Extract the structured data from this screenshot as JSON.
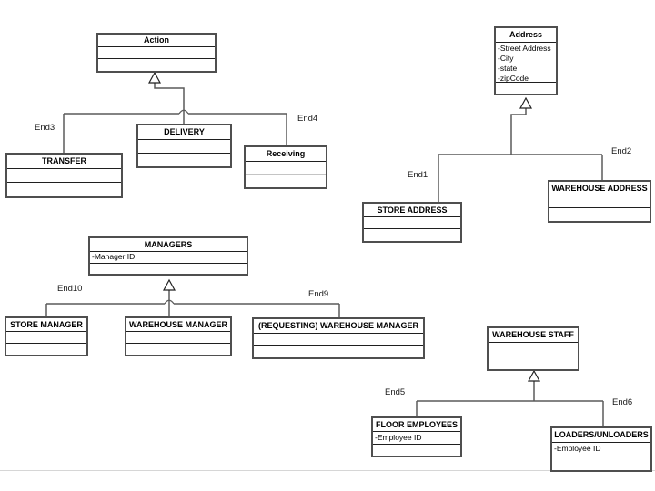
{
  "colors": {
    "box_border": "#4f4f4f",
    "connector": "#5a5a5a",
    "separator": "#1f1f1f",
    "separator_light": "#c4c4c4",
    "page_line": "#d6d6d6",
    "text": "#000000",
    "background": "#ffffff"
  },
  "classes": {
    "action": {
      "name": "Action"
    },
    "transfer": {
      "name": "TRANSFER"
    },
    "delivery": {
      "name": "DELIVERY"
    },
    "receiving": {
      "name": "Receiving"
    },
    "address": {
      "name": "Address",
      "attributes": [
        "-Street Address",
        "-City",
        "-state",
        "-zipCode"
      ]
    },
    "store_address": {
      "name": "STORE ADDRESS"
    },
    "warehouse_address": {
      "name": "WAREHOUSE ADDRESS"
    },
    "managers": {
      "name": "MANAGERS",
      "attributes": [
        "-Manager ID"
      ]
    },
    "store_manager": {
      "name": "STORE MANAGER"
    },
    "warehouse_manager": {
      "name": "WAREHOUSE MANAGER"
    },
    "requesting_warehouse_manager": {
      "name": "(REQUESTING) WAREHOUSE MANAGER"
    },
    "warehouse_staff": {
      "name": "WAREHOUSE STAFF"
    },
    "floor_employees": {
      "name": "FLOOR EMPLOYEES",
      "attributes": [
        "-Employee ID"
      ]
    },
    "loaders_unloaders": {
      "name": "LOADERS/UNLOADERS",
      "attributes": [
        "-Employee ID"
      ]
    }
  },
  "edge_labels": {
    "end1": "End1",
    "end2": "End2",
    "end3": "End3",
    "end4": "End4",
    "end5": "End5",
    "end6": "End6",
    "end9": "End9",
    "end10": "End10"
  }
}
